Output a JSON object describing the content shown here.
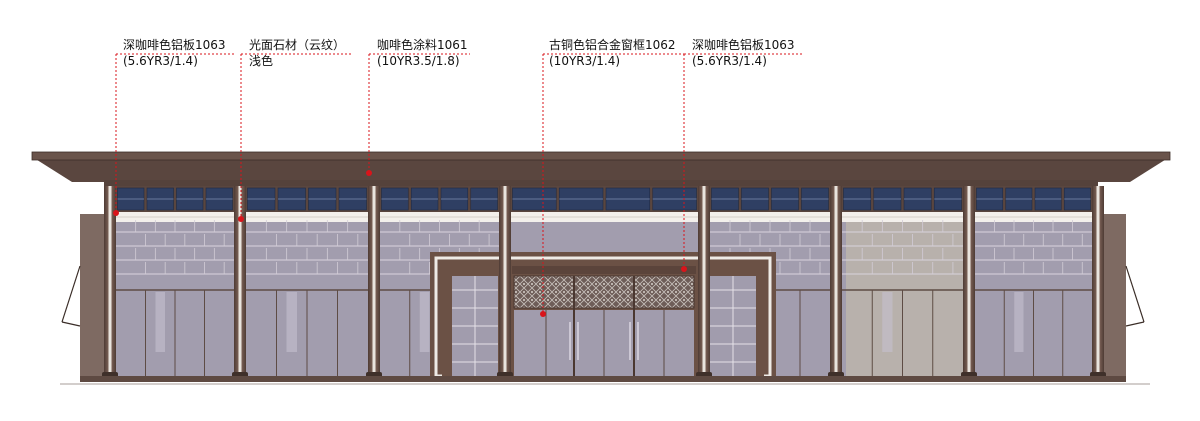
{
  "annotations": [
    {
      "id": "a1",
      "line1": "深咖啡色铝板1063",
      "line2": "(5.6YR3/1.4)",
      "color": "#5a4038"
    },
    {
      "id": "a2",
      "line1": "光面石材（云纹）",
      "line2": "浅色",
      "color": "#e8e4de"
    },
    {
      "id": "a3",
      "line1": "咖啡色涂料1061",
      "line2": "(10YR3.5/1.8)",
      "color": "#6e5448"
    },
    {
      "id": "a4",
      "line1": "古铜色铝合金窗框1062",
      "line2": "(10YR3/1.4)",
      "color": "#6b5145"
    },
    {
      "id": "a5",
      "line1": "深咖啡色铝板1063",
      "line2": "(5.6YR3/1.4)",
      "color": "#5a4038"
    }
  ],
  "colors": {
    "leader_line": "#d9141b",
    "marker_dot": "#d9141b",
    "glass": "#9d98aa",
    "glass_light": "#b3adbd",
    "frame": "#6b5145",
    "roof": "#5a463f",
    "stone": "#eeeae4",
    "clerestory": "#2f3f63"
  }
}
